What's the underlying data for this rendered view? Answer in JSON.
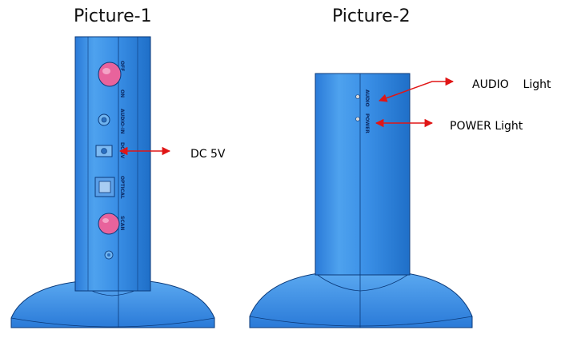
{
  "pictures": [
    {
      "title": "Picture-1",
      "panel_labels": {
        "off": "OFF",
        "on": "ON",
        "audio_in": "AUDIO-IN",
        "dc": "DC 5V",
        "optical": "OPTICAL",
        "scan": "SCAN"
      },
      "callout": "DC 5V"
    },
    {
      "title": "Picture-2",
      "panel_labels": {
        "audio": "AUDIO",
        "power": "POWER"
      },
      "callouts": {
        "audio": "AUDIO    Light",
        "power": "POWER Light"
      }
    }
  ],
  "colors": {
    "body": "#3a8fe6",
    "body_dark": "#1f6fc8",
    "body_light": "#67b2f4",
    "outline": "#0b3a7a",
    "button": "#e8639c",
    "arrow": "#e01616"
  }
}
